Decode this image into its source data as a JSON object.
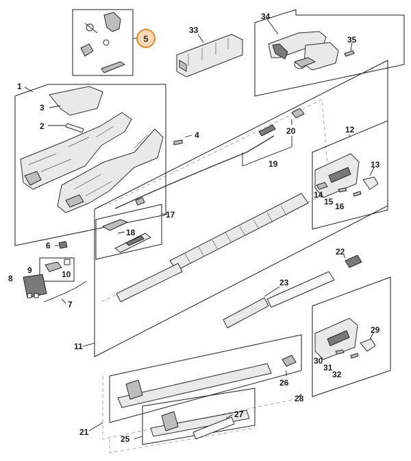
{
  "highlight": {
    "label": "5",
    "color": "#e8892c",
    "fill": "#fbd7b5"
  },
  "callouts": {
    "c1": "1",
    "c2": "2",
    "c3": "3",
    "c4": "4",
    "c6": "6",
    "c7": "7",
    "c8": "8",
    "c9": "9",
    "c10": "10",
    "c11": "11",
    "c12": "12",
    "c13": "13",
    "c14": "14",
    "c15": "15",
    "c16": "16",
    "c17": "17",
    "c18": "18",
    "c19": "19",
    "c20": "20",
    "c21": "21",
    "c22": "22",
    "c23": "23",
    "c25": "25",
    "c26": "26",
    "c27": "27",
    "c28": "28",
    "c29": "29",
    "c30": "30",
    "c31": "31",
    "c32": "32",
    "c33": "33",
    "c34": "34",
    "c35": "35"
  }
}
